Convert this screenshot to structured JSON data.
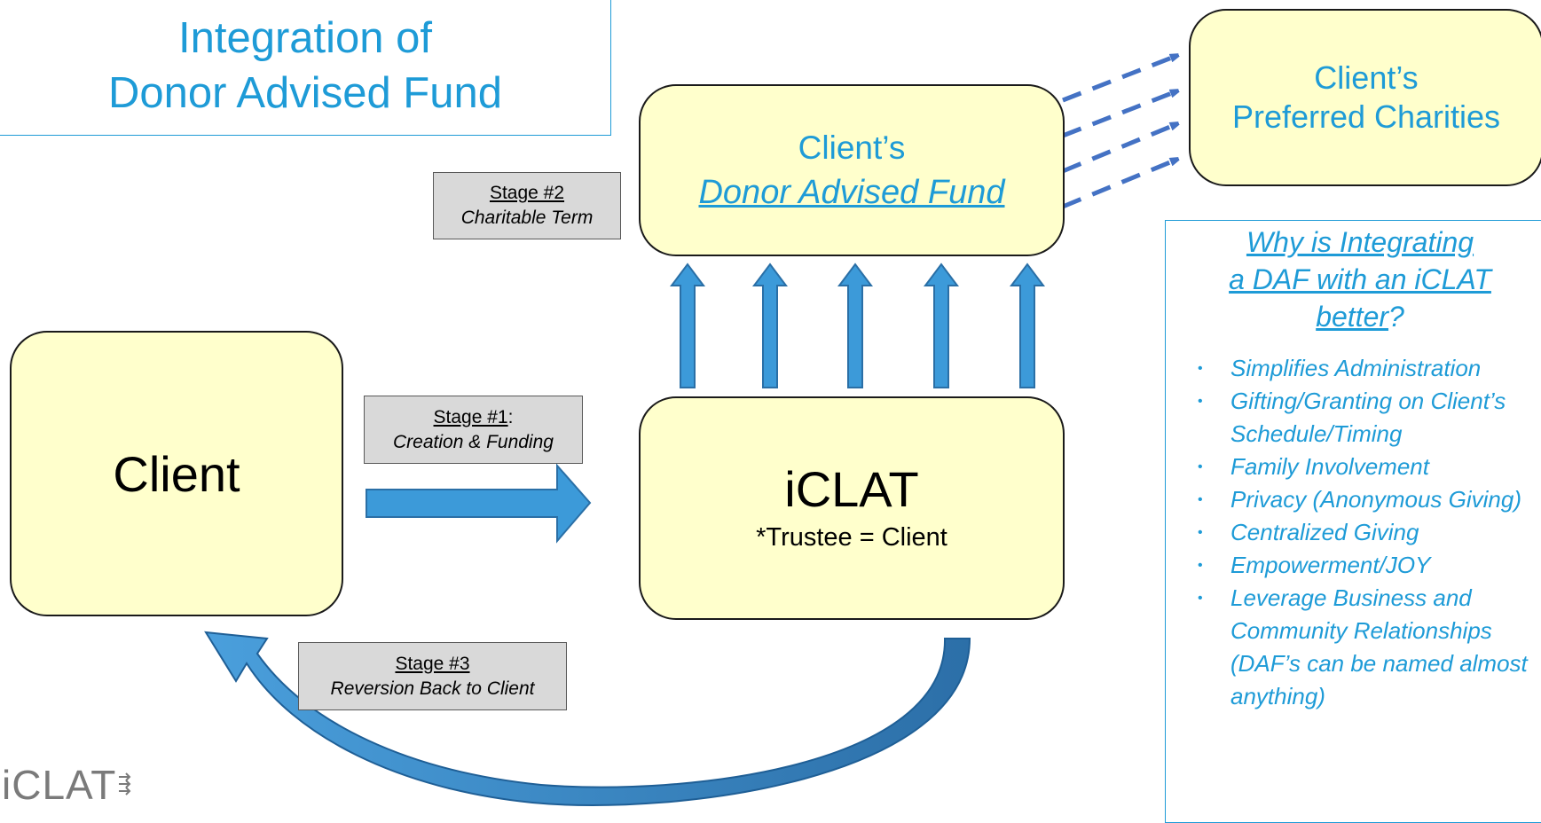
{
  "title": {
    "line1": "Integration of",
    "line2": "Donor Advised Fund"
  },
  "nodes": {
    "client": {
      "label": "Client"
    },
    "iclat": {
      "label": "iCLAT",
      "sublabel": "*Trustee = Client"
    },
    "daf": {
      "line1": "Client’s",
      "line2": "Donor Advised Fund"
    },
    "charities": {
      "line1": "Client’s",
      "line2": "Preferred Charities"
    }
  },
  "stages": {
    "stage1": {
      "number_label": "Stage #1",
      "suffix": ":",
      "description": "Creation & Funding"
    },
    "stage2": {
      "number_label": "Stage #2",
      "description": "Charitable Term"
    },
    "stage3": {
      "number_label": "Stage #3",
      "description": "Reversion Back to Client"
    }
  },
  "why": {
    "title_line1": "Why is Integrating",
    "title_line2": "a DAF with an iCLAT",
    "title_line3_underlined": "better",
    "title_line3_rest": "?",
    "items": [
      "Simplifies Administration",
      "Gifting/Granting on Client’s Schedule/Timing",
      "Family Involvement",
      "Privacy (Anonymous Giving)",
      "Centralized Giving",
      "Empowerment/JOY",
      "Leverage Business and Community Relationships (DAF’s can be named almost anything)"
    ]
  },
  "logo": {
    "text": "iCLAT"
  },
  "colors": {
    "accent": "#1e9bd7",
    "node_fill": "#ffffcc",
    "arrow_fill": "#3c9ad9",
    "dashed_arrow": "#4472c4",
    "stage_fill": "#d9d9d9"
  },
  "icons": {
    "logo_mark": "stacked-arrows-icon"
  }
}
